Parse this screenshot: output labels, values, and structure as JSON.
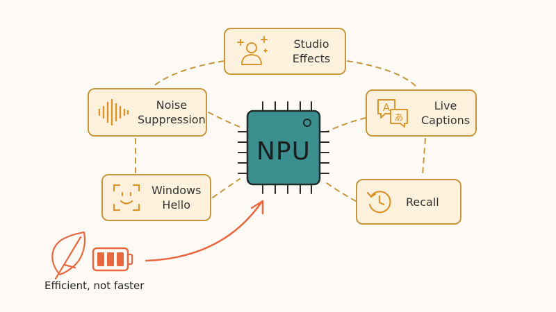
{
  "center": {
    "label": "NPU"
  },
  "features": [
    {
      "label_lines": [
        "Studio Effects"
      ],
      "icon": "person-sparkles-icon"
    },
    {
      "label_lines": [
        "Noise",
        "Suppression"
      ],
      "icon": "sound-wave-icon"
    },
    {
      "label_lines": [
        "Live",
        "Captions"
      ],
      "icon": "translate-icon"
    },
    {
      "label_lines": [
        "Windows",
        "Hello"
      ],
      "icon": "face-scan-icon"
    },
    {
      "label_lines": [
        "Recall"
      ],
      "icon": "history-clock-icon"
    }
  ],
  "efficiency": {
    "caption": "Efficient, not faster",
    "icons": [
      "leaf-icon",
      "battery-icon"
    ]
  },
  "colors": {
    "box_fill": "#fcf1dc",
    "box_border": "#c8963a",
    "icon_gold": "#d9952b",
    "chip_fill": "#3b8f8e",
    "efficiency_accent": "#e9673f"
  }
}
